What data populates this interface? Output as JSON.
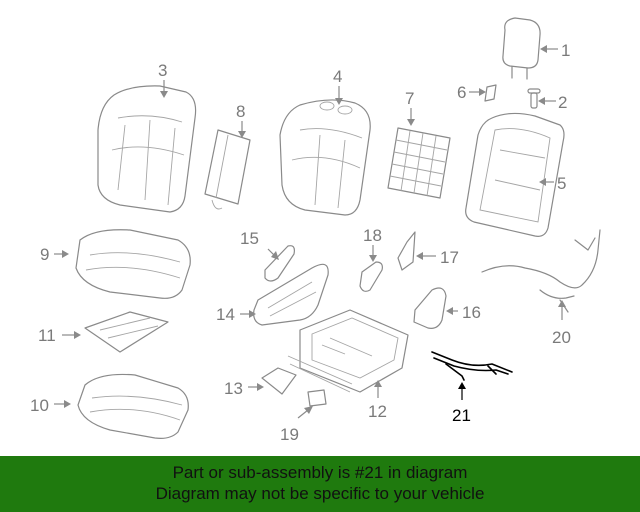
{
  "callouts": {
    "c1": "1",
    "c2": "2",
    "c3": "3",
    "c4": "4",
    "c5": "5",
    "c6": "6",
    "c7": "7",
    "c8": "8",
    "c9": "9",
    "c10": "10",
    "c11": "11",
    "c12": "12",
    "c13": "13",
    "c14": "14",
    "c15": "15",
    "c16": "16",
    "c17": "17",
    "c18": "18",
    "c19": "19",
    "c20": "20",
    "c21": "21"
  },
  "highlighted_part": "21",
  "colors": {
    "banner_bg": "#1f7a0e",
    "part_line": "#8a8a8a",
    "highlight": "#000000"
  },
  "notice": {
    "line1": "Part or sub-assembly is #21 in diagram",
    "line2": "Diagram may not be specific to your vehicle"
  }
}
